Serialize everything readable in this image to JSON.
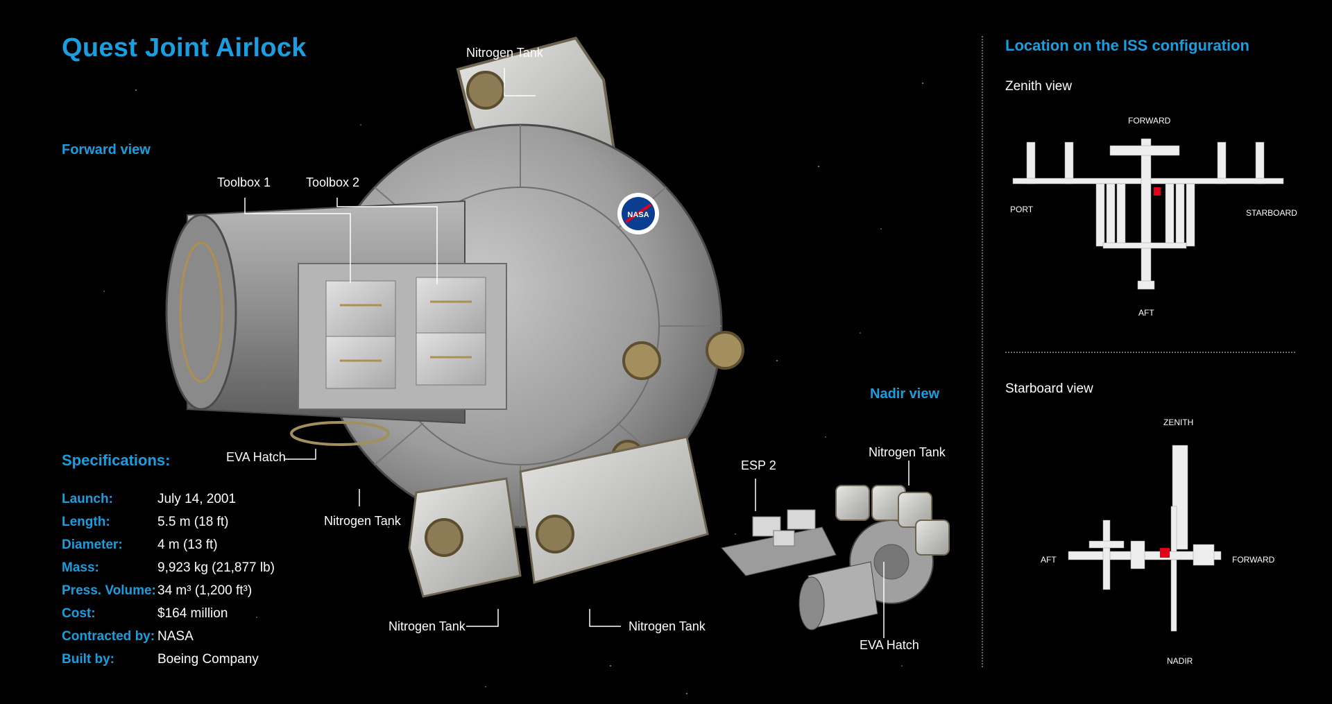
{
  "title": "Quest Joint Airlock",
  "forward_view": {
    "heading": "Forward view",
    "labels": {
      "toolbox1": "Toolbox 1",
      "toolbox2": "Toolbox 2",
      "nitrogen_top": "Nitrogen Tank",
      "eva_hatch": "EVA Hatch",
      "nitrogen_mid": "Nitrogen Tank",
      "nitrogen_bottom_left": "Nitrogen Tank",
      "nitrogen_bottom_right": "Nitrogen Tank"
    },
    "logo_text": "NASA"
  },
  "nadir_view": {
    "heading": "Nadir view",
    "labels": {
      "esp2": "ESP 2",
      "nitrogen": "Nitrogen Tank",
      "eva_hatch": "EVA Hatch"
    }
  },
  "specifications": {
    "heading": "Specifications:",
    "rows": [
      {
        "key": "Launch:",
        "value": "July 14, 2001"
      },
      {
        "key": "Length:",
        "value": "5.5 m (18 ft)"
      },
      {
        "key": "Diameter:",
        "value": "4 m (13 ft)"
      },
      {
        "key": "Mass:",
        "value": "9,923 kg (21,877 lb)"
      },
      {
        "key": "Press. Volume:",
        "value": "34 m³ (1,200 ft³)"
      },
      {
        "key": "Cost:",
        "value": "$164 million"
      },
      {
        "key": "Contracted by:",
        "value": "NASA"
      },
      {
        "key": "Built by:",
        "value": "Boeing Company"
      }
    ]
  },
  "location": {
    "heading": "Location on the ISS configuration",
    "zenith": {
      "heading": "Zenith view",
      "forward": "FORWARD",
      "port": "PORT",
      "starboard": "STARBOARD",
      "aft": "AFT"
    },
    "starboard": {
      "heading": "Starboard view",
      "zenith": "ZENITH",
      "aft": "AFT",
      "forward": "FORWARD",
      "nadir": "NADIR"
    }
  },
  "colors": {
    "accent": "#1a9ee0",
    "highlight": "#e3001b",
    "background": "#000000"
  }
}
